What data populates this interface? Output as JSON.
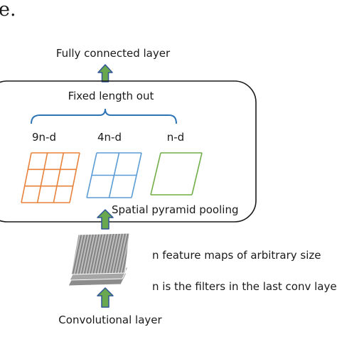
{
  "top_fragment": "e.",
  "output_label": "Fully connected layer",
  "spp": {
    "output_label": "Fixed length out",
    "label": "Spatial pyramid pooling",
    "levels": [
      {
        "label": "9n-d",
        "grid": [
          3,
          3
        ],
        "color": "#e8823a"
      },
      {
        "label": "4n-d",
        "grid": [
          2,
          2
        ],
        "color": "#5b9bd5"
      },
      {
        "label": "n-d",
        "grid": [
          1,
          1
        ],
        "color": "#70ad47"
      }
    ]
  },
  "feature_maps": {
    "line1": "n feature maps of arbitrary size",
    "line2": "n is the filters in the last conv layer"
  },
  "input_label": "Convolutional layer",
  "colors": {
    "arrow_fill": "#6aa84f",
    "arrow_stroke": "#2f5597",
    "brace": "#2e75b6",
    "box_border": "#1a1a1a"
  }
}
